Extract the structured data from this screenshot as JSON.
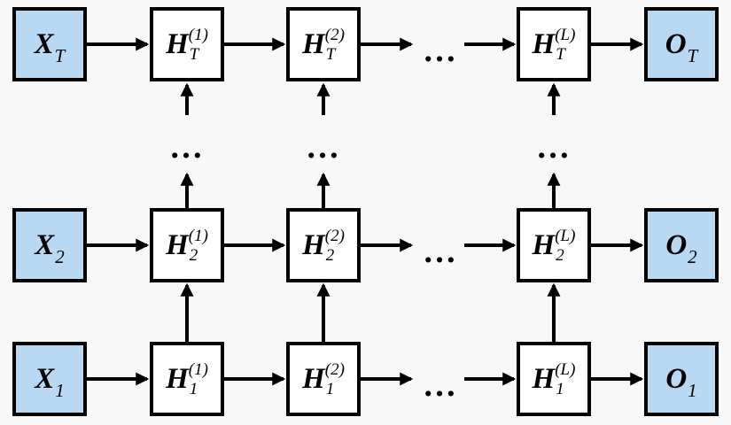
{
  "diagram": {
    "ellipsis": "…",
    "colors": {
      "background": "#f8f8f8",
      "io_fill": "#b9d8f2",
      "hidden_fill": "#ffffff",
      "stroke": "#000000"
    },
    "rows": [
      {
        "time": "T",
        "input": {
          "main": "X",
          "sub": "T"
        },
        "hidden": [
          {
            "main": "H",
            "sup": "(1)",
            "sub": "T"
          },
          {
            "main": "H",
            "sup": "(2)",
            "sub": "T"
          },
          {
            "main": "H",
            "sup": "(L)",
            "sub": "T"
          }
        ],
        "output": {
          "main": "O",
          "sub": "T"
        }
      },
      {
        "time": "2",
        "input": {
          "main": "X",
          "sub": "2"
        },
        "hidden": [
          {
            "main": "H",
            "sup": "(1)",
            "sub": "2"
          },
          {
            "main": "H",
            "sup": "(2)",
            "sub": "2"
          },
          {
            "main": "H",
            "sup": "(L)",
            "sub": "2"
          }
        ],
        "output": {
          "main": "O",
          "sub": "2"
        }
      },
      {
        "time": "1",
        "input": {
          "main": "X",
          "sub": "1"
        },
        "hidden": [
          {
            "main": "H",
            "sup": "(1)",
            "sub": "1"
          },
          {
            "main": "H",
            "sup": "(2)",
            "sub": "1"
          },
          {
            "main": "H",
            "sup": "(L)",
            "sub": "1"
          }
        ],
        "output": {
          "main": "O",
          "sub": "1"
        }
      }
    ]
  }
}
